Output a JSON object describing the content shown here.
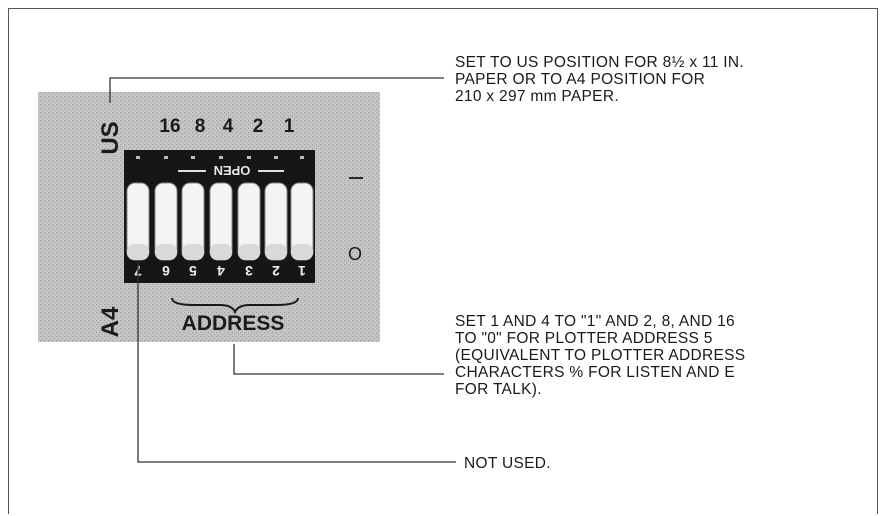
{
  "panel": {
    "us_label": "US",
    "a4_label": "A4",
    "open_label": "OPEN",
    "on_label": "I",
    "off_label": "O",
    "address_label": "ADDRESS",
    "weights": [
      "16",
      "8",
      "4",
      "2",
      "1"
    ],
    "switch_numbers": [
      "7",
      "6",
      "5",
      "4",
      "3",
      "2",
      "1"
    ]
  },
  "notes": {
    "paper": [
      "SET TO US POSITION FOR 8½ x 11 IN.",
      "PAPER OR TO A4 POSITION FOR",
      "210 x 297 mm PAPER."
    ],
    "address": [
      "SET 1 AND 4 TO \"1\" AND 2, 8, AND 16",
      "TO \"0\" FOR PLOTTER ADDRESS 5",
      "(EQUIVALENT TO PLOTTER ADDRESS",
      "CHARACTERS % FOR LISTEN AND E",
      "FOR TALK)."
    ],
    "unused": "NOT USED."
  },
  "colors": {
    "panel_fill": "#c4c4c4",
    "switch_body": "#161616",
    "switch_rocker": "#f4f4f4",
    "leader_line": "#333333"
  }
}
